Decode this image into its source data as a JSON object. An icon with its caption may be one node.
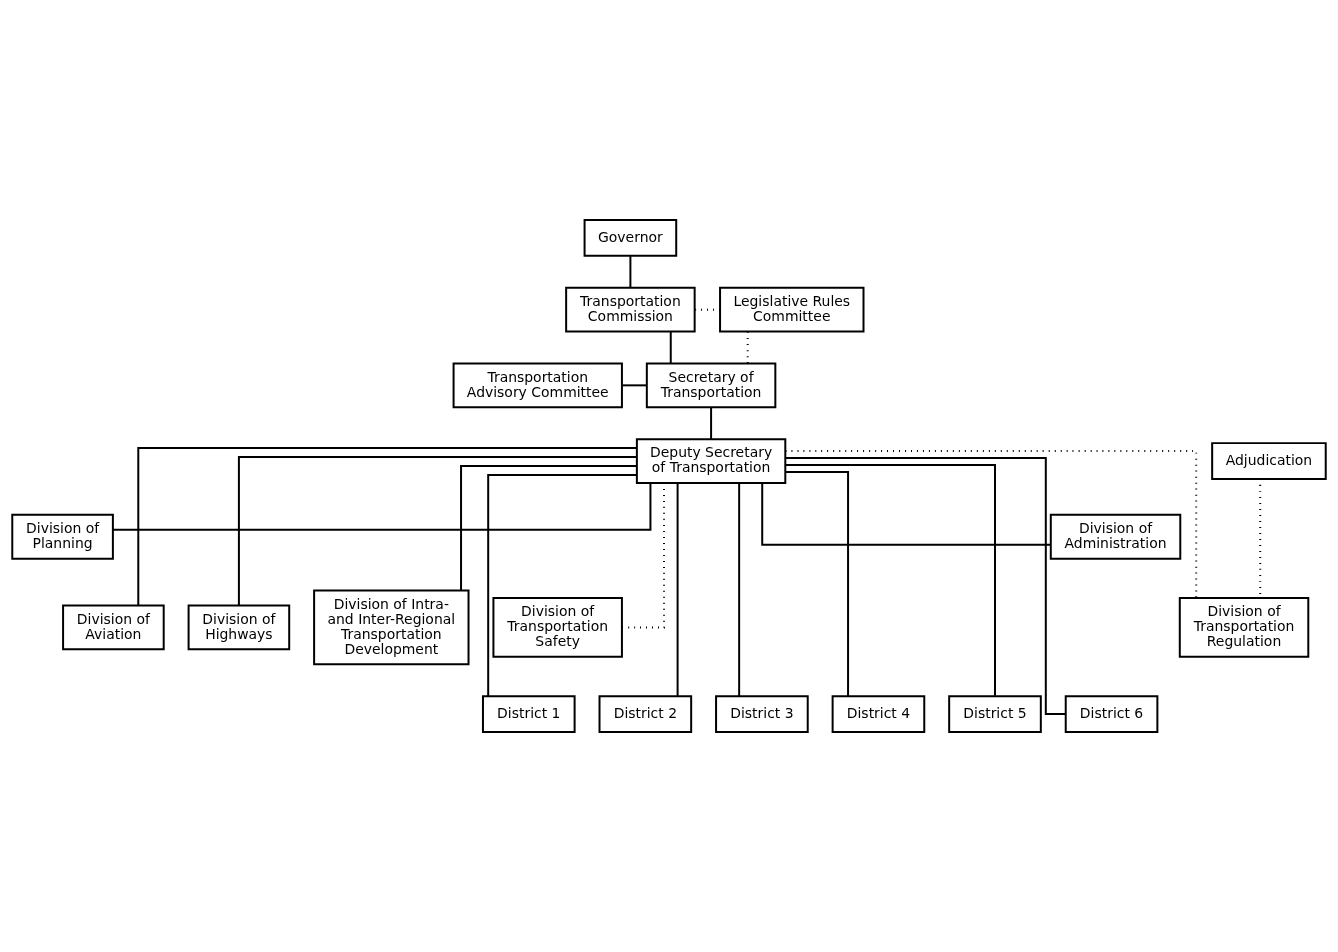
{
  "diagram": {
    "nodes": [
      {
        "text": [
          "Governor"
        ]
      },
      {
        "text": [
          "Transportation Commission"
        ]
      },
      {
        "text": [
          "Legislative Rules Committee"
        ]
      },
      {
        "text": [
          "Transportation Advisory Committee"
        ]
      },
      {
        "text": [
          "Secretary of Transportation"
        ]
      },
      {
        "text": [
          "Deputy Secretary of Transportation"
        ]
      },
      {
        "text": [
          "Division of Administration"
        ]
      },
      {
        "text": [
          "Division of Planning"
        ]
      },
      {
        "text": [
          "Adjudication"
        ]
      },
      {
        "text": [
          "Division of Aviation"
        ]
      },
      {
        "text": [
          "Division of Highways"
        ]
      },
      {
        "text": [
          "Division of Intra- and Inter-Regional Transportation Development"
        ]
      },
      {
        "text": [
          "Division of Transportation Safety"
        ]
      },
      {
        "text": [
          "Division of Transportation Regulation"
        ]
      },
      {
        "text": [
          "District 1"
        ]
      },
      {
        "text": [
          "District 2"
        ]
      },
      {
        "text": [
          "District 3"
        ]
      },
      {
        "text": [
          "District 4"
        ]
      },
      {
        "text": [
          "District 5"
        ]
      },
      {
        "text": [
          "District 6"
        ]
      }
    ],
    "edges": [
      {
        "from": 0,
        "to": 1,
        "arrow": "none"
      },
      {
        "from": 1,
        "to": 4,
        "arrow": "none"
      },
      {
        "from": 1,
        "to": 2,
        "arrow": "none",
        "style": "dashed"
      },
      {
        "from": 4,
        "to": 2,
        "arrow": "none",
        "style": "dashed"
      },
      {
        "from": 3,
        "to": 4,
        "arrow": "none"
      },
      {
        "from": 4,
        "to": 5,
        "arrow": "none"
      },
      {
        "from": 5,
        "to": 6,
        "arrow": "none"
      },
      {
        "from": 5,
        "to": 7,
        "arrow": "none"
      },
      {
        "from": 5,
        "to": 9,
        "arrow": "none"
      },
      {
        "from": 5,
        "to": 10,
        "arrow": "none"
      },
      {
        "from": 5,
        "to": 11,
        "arrow": "none"
      },
      {
        "from": 5,
        "to": 12,
        "arrow": "none",
        "style": "dashed"
      },
      {
        "from": 5,
        "to": 13,
        "arrow": "none",
        "style": "dashed"
      },
      {
        "from": 8,
        "to": 13,
        "arrow": "none",
        "style": "dashed"
      },
      {
        "from": 5,
        "to": 14,
        "arrow": "none"
      },
      {
        "from": 5,
        "to": 15,
        "arrow": "none"
      },
      {
        "from": 5,
        "to": 16,
        "arrow": "none"
      },
      {
        "from": 5,
        "to": 17,
        "arrow": "none"
      },
      {
        "from": 5,
        "to": 18,
        "arrow": "none"
      },
      {
        "from": 5,
        "to": 19,
        "arrow": "none"
      }
    ]
  }
}
